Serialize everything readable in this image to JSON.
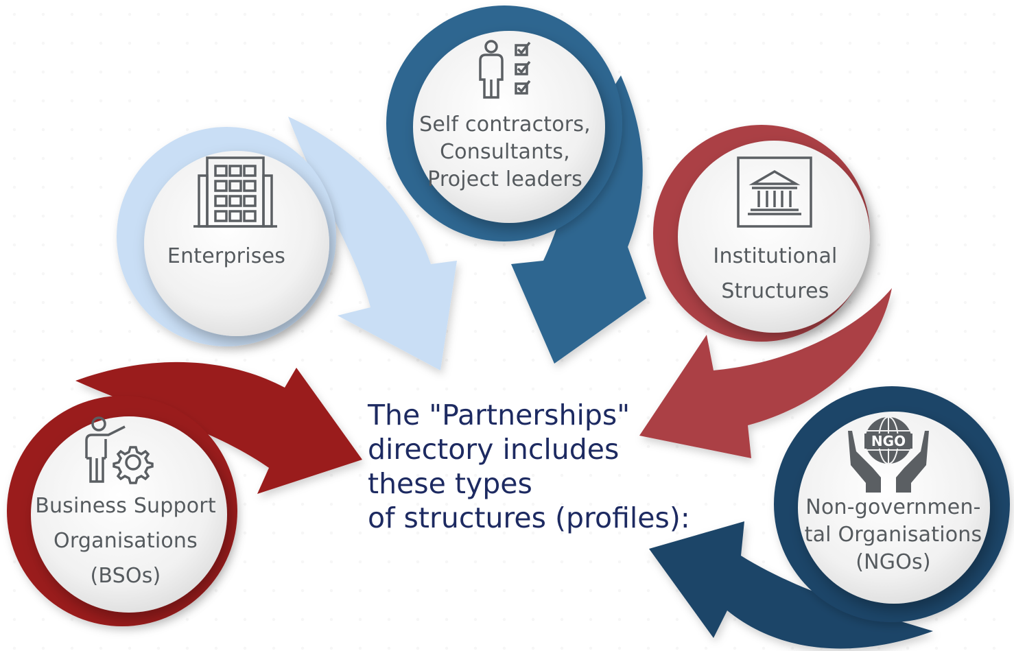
{
  "center_text": {
    "line1": "The \"Partnerships\"",
    "line2": "directory includes",
    "line3": "these types",
    "line4": "of structures (profiles):"
  },
  "profiles": [
    {
      "id": "enterprises",
      "lines": [
        "Enterprises"
      ],
      "icon": "building-icon",
      "color": "#c9def5"
    },
    {
      "id": "self-contractors",
      "lines": [
        "Self contractors,",
        "Consultants,",
        "Project leaders"
      ],
      "icon": "person-checklist-icon",
      "color": "#2d6690"
    },
    {
      "id": "institutional",
      "lines": [
        "Institutional",
        "Structures"
      ],
      "icon": "institution-icon",
      "color": "#ab3f45"
    },
    {
      "id": "bsos",
      "lines": [
        "Business Support",
        "Organisations",
        "(BSOs)"
      ],
      "icon": "presenter-gear-icon",
      "color": "#9a1b1b"
    },
    {
      "id": "ngos",
      "lines": [
        "Non-governmen-",
        "tal Organisations",
        "(NGOs)"
      ],
      "icon": "ngo-hands-globe-icon",
      "icon_text": "NGO",
      "color": "#1f4467"
    }
  ]
}
